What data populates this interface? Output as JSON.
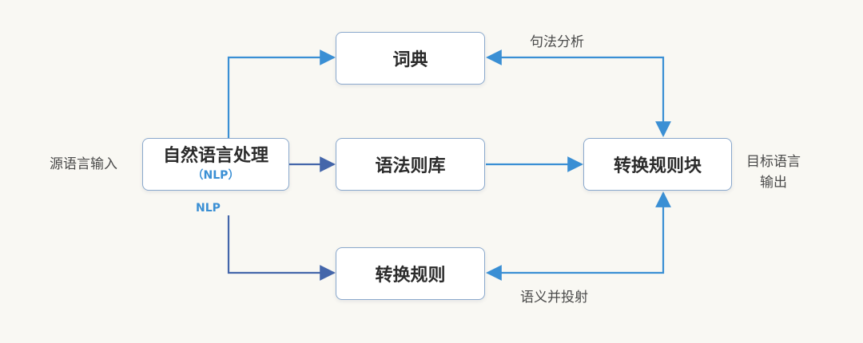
{
  "nodes": {
    "nlp": {
      "label": "自然语言处理",
      "sublabel": "（NLP）"
    },
    "dictionary": {
      "label": "词典"
    },
    "grammar": {
      "label": "语法则库"
    },
    "rules": {
      "label": "转换规则"
    },
    "transform_block": {
      "label": "转换规则块"
    }
  },
  "labels": {
    "source_input": "源语言输入",
    "target_output_line1": "目标语言",
    "target_output_line2": "输出",
    "syntax_analysis": "句法分析",
    "semantic_projection": "语义并投射",
    "nlp_edge": "NLP"
  },
  "colors": {
    "arrow_blue": "#3a8fd4",
    "arrow_dark": "#4466aa",
    "node_border": "#8aa8cc"
  }
}
